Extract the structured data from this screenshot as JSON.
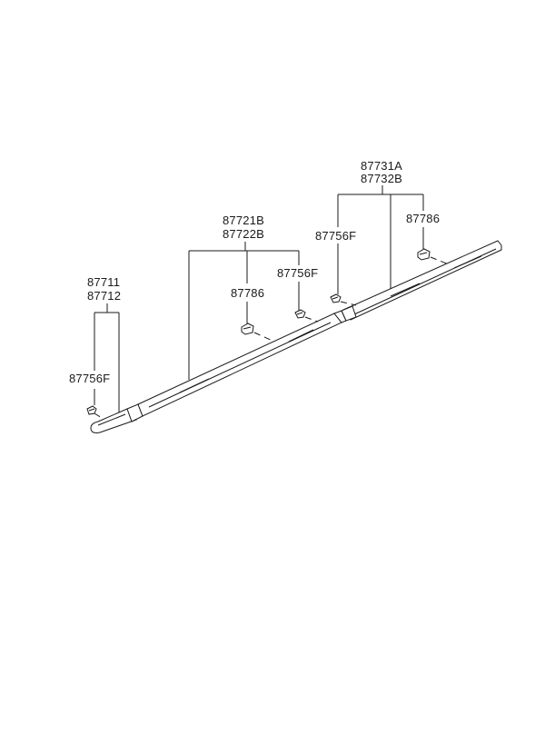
{
  "callouts": {
    "front_moulding": {
      "code_1": "87711",
      "code_2": "87712"
    },
    "front_clip": {
      "code": "87756F"
    },
    "center_moulding": {
      "code_1": "87721B",
      "code_2": "87722B"
    },
    "center_retainer": {
      "code": "87786"
    },
    "center_clip": {
      "code": "87756F"
    },
    "rear_moulding": {
      "code_1": "87731A",
      "code_2": "87732B"
    },
    "rear_clip": {
      "code": "87756F"
    },
    "rear_retainer": {
      "code": "87786"
    }
  }
}
